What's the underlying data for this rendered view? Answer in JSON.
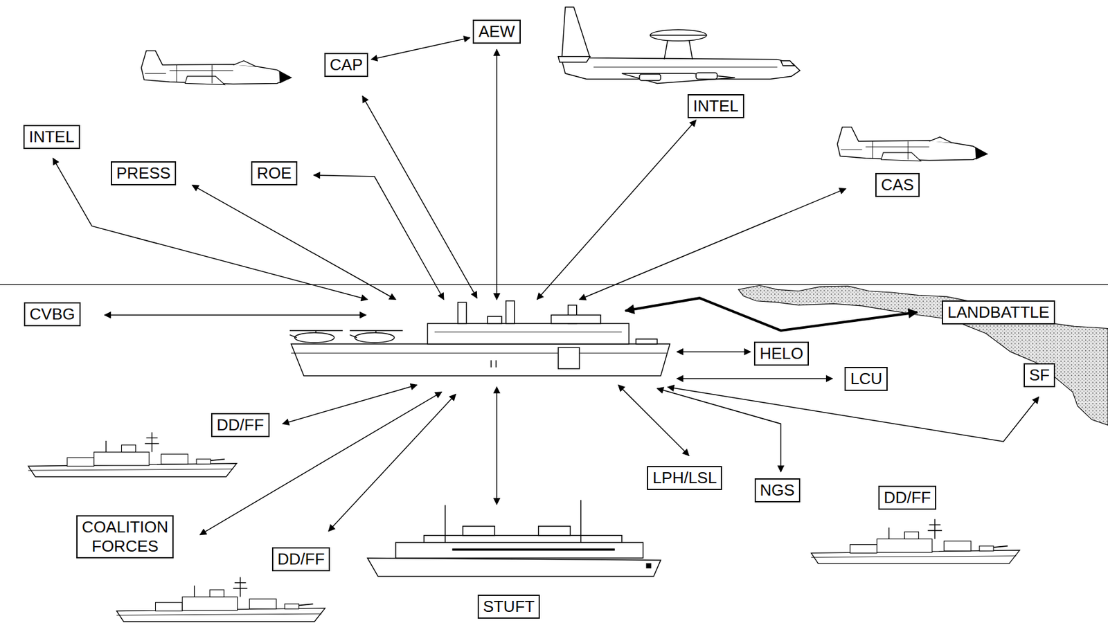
{
  "diagram": {
    "nodes": [
      {
        "text": [
          "AEW"
        ]
      },
      {
        "text": [
          "CAP"
        ]
      },
      {
        "text": [
          "INTEL"
        ]
      },
      {
        "text": [
          "INTEL"
        ]
      },
      {
        "text": [
          "PRESS"
        ]
      },
      {
        "text": [
          "ROE"
        ]
      },
      {
        "text": [
          "CAS"
        ]
      },
      {
        "text": [
          "CVBG"
        ]
      },
      {
        "text": [
          "LANDBATTLE"
        ]
      },
      {
        "text": [
          "HELO"
        ]
      },
      {
        "text": [
          "SF"
        ]
      },
      {
        "text": [
          "LCU"
        ]
      },
      {
        "text": [
          "DD/FF"
        ]
      },
      {
        "text": [
          "LPH/LSL"
        ]
      },
      {
        "text": [
          "NGS"
        ]
      },
      {
        "text": [
          "DD/FF"
        ]
      },
      {
        "text": [
          "COALITION FORCES"
        ]
      },
      {
        "text": [
          "DD/FF"
        ]
      },
      {
        "text": [
          "STUFT"
        ]
      }
    ],
    "edges": [
      {
        "from": 1,
        "to": 0,
        "arrow": "both"
      }
    ]
  }
}
